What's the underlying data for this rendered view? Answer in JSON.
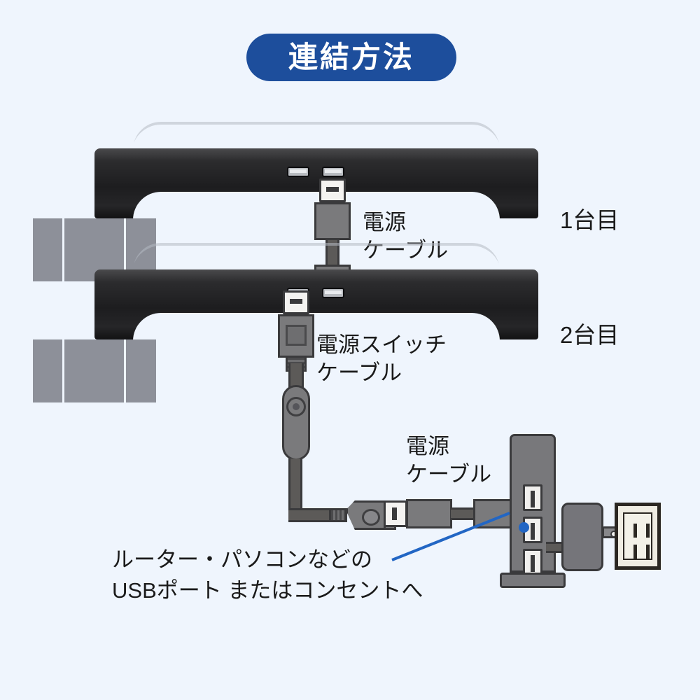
{
  "page": {
    "background_color": "#eff5fd",
    "title_badge": {
      "text": "連結方法",
      "bg_color": "#1d4e9c",
      "text_color": "#ffffff"
    }
  },
  "units": [
    {
      "id": "unit-1",
      "label": "1台目"
    },
    {
      "id": "unit-2",
      "label": "2台目"
    }
  ],
  "labels": {
    "power_cable_top": "電源\nケーブル",
    "power_switch_cable": "電源スイッチ\nケーブル",
    "power_cable_bottom": "電源\nケーブル",
    "destination_caption": "ルーター・パソコンなどの\nUSBポート またはコンセントへ"
  },
  "colors": {
    "accent_blue": "#1d4e9c",
    "leader_blue": "#2266c4",
    "stand_black": "#1d1d1f",
    "stand_leg_gray": "#8d9099",
    "cable_gray": "#7a7a7c",
    "outline_dark": "#3a3a3c",
    "outlet_cream": "#efece2"
  },
  "parts": {
    "stand_1": {
      "name": "monitor-stand",
      "usb_ports": 2
    },
    "stand_2": {
      "name": "monitor-stand",
      "usb_ports": 2
    },
    "usb_power_cable": {
      "name": "usb-a-to-usb-a-cable",
      "connectors": 2
    },
    "power_switch_cable": {
      "name": "usb-cable-with-inline-switch",
      "has_switch_button": true
    },
    "usb_hub": {
      "name": "usb-hub-tower",
      "ports": 3,
      "highlighted_port_index": 1
    },
    "ac_adapter": {
      "name": "usb-ac-adapter"
    },
    "wall_outlet": {
      "name": "wall-outlet",
      "slots": 4
    }
  }
}
